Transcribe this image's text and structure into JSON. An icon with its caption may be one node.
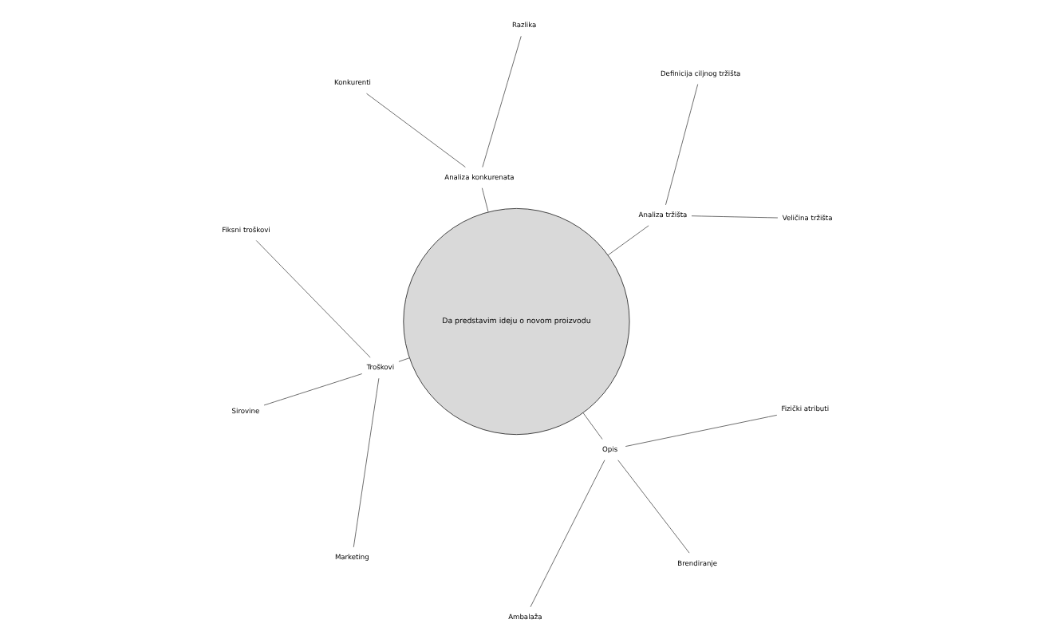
{
  "diagram": {
    "nodes": [
      {
        "text": [
          "Da predstavim ideju o novom proizvodu"
        ]
      },
      {
        "text": [
          "Analiza tržišta"
        ]
      },
      {
        "text": [
          "Veličina tržišta"
        ]
      },
      {
        "text": [
          "Definicija ciljnog tržišta"
        ]
      },
      {
        "text": [
          "Analiza konkurenata"
        ]
      },
      {
        "text": [
          "Razlika"
        ]
      },
      {
        "text": [
          "Konkurenti"
        ]
      },
      {
        "text": [
          "Troškovi"
        ]
      },
      {
        "text": [
          "Fiksni troškovi"
        ]
      },
      {
        "text": [
          "Sirovine"
        ]
      },
      {
        "text": [
          "Marketing"
        ]
      },
      {
        "text": [
          "Opis"
        ]
      },
      {
        "text": [
          "Ambalaža"
        ]
      },
      {
        "text": [
          "Brendiranje"
        ]
      },
      {
        "text": [
          "Fizički atributi"
        ]
      }
    ],
    "edges": [
      {
        "from": 0,
        "to": 1,
        "arrow": "none"
      },
      {
        "from": 1,
        "to": 2,
        "arrow": "none"
      },
      {
        "from": 1,
        "to": 3,
        "arrow": "none"
      },
      {
        "from": 0,
        "to": 4,
        "arrow": "none"
      },
      {
        "from": 4,
        "to": 5,
        "arrow": "none"
      },
      {
        "from": 4,
        "to": 6,
        "arrow": "none"
      },
      {
        "from": 0,
        "to": 7,
        "arrow": "none"
      },
      {
        "from": 7,
        "to": 8,
        "arrow": "none"
      },
      {
        "from": 7,
        "to": 9,
        "arrow": "none"
      },
      {
        "from": 7,
        "to": 10,
        "arrow": "none"
      },
      {
        "from": 0,
        "to": 11,
        "arrow": "none"
      },
      {
        "from": 11,
        "to": 12,
        "arrow": "none"
      },
      {
        "from": 11,
        "to": 13,
        "arrow": "none"
      },
      {
        "from": 11,
        "to": 14,
        "arrow": "none"
      }
    ]
  }
}
